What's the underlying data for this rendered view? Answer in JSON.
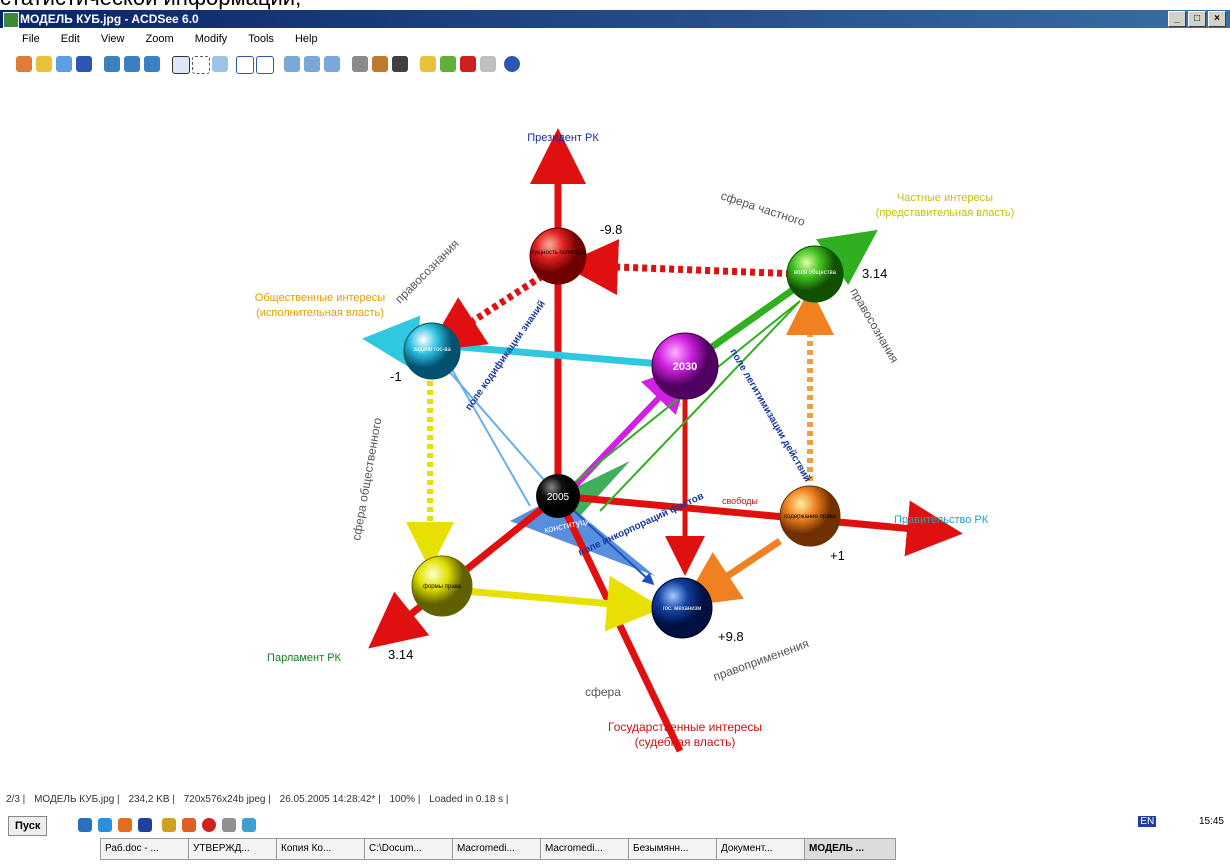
{
  "top_cut_text": "статистической информации,",
  "window": {
    "title": "МОДЕЛЬ КУБ.jpg - ACDSee 6.0",
    "controls": [
      "_",
      "□",
      "×"
    ]
  },
  "menu": [
    "File",
    "Edit",
    "View",
    "Zoom",
    "Modify",
    "Tools",
    "Help"
  ],
  "diagram": {
    "axes": {
      "top": "Президент РК",
      "right": "Правительство РК",
      "left_top": "Общественные интересы",
      "left_top2": "(исполнительная власть)",
      "right_top": "Частные интересы",
      "right_top2": "(представительная власть)",
      "left_bottom": "Парламент РК",
      "bottom": "Государственные интересы",
      "bottom2": "(судебная власть)"
    },
    "values": {
      "v_top": "-9.8",
      "v_right_top": "3.14",
      "v_left": "-1",
      "v_right": "+1",
      "v_left_bottom": "3.14",
      "v_bottom": "+9.8"
    },
    "spheres": {
      "s_top": "сущность политики",
      "s_right_top": "воля общества",
      "s_left": "задачи гос-ва",
      "s_center": "2030",
      "s_origin": "2005",
      "s_right": "содержание права",
      "s_left_bottom": "формы права",
      "s_bottom": "гос. механизм"
    },
    "arc_labels": {
      "a1": "сфера частного",
      "a2": "правосознания",
      "a3": "правосознания",
      "a4": "сфера общественного",
      "a5": "сфера",
      "a6": "правоприменения"
    },
    "fields": {
      "f1": "поле кодификации знаний",
      "f2": "поле легитимизации действий",
      "f3": "поле инкорпораций фактов",
      "konst": "конституция",
      "svobody": "свободы"
    }
  },
  "status": {
    "index": "2/3",
    "file": "МОДЕЛЬ КУБ.jpg",
    "size": "234,2 KB",
    "dims": "720x576x24b jpeg",
    "date": "26.05.2005 14:28:42*",
    "zoom": "100%",
    "loaded": "Loaded in 0.18 s"
  },
  "taskbar": {
    "start": "Пуск",
    "buttons": [
      "Раб.doc - ...",
      "УТВЕРЖД...",
      "Копия Ко...",
      "C:\\Docum...",
      "Macromedi...",
      "Macromedi...",
      "Безымянн...",
      "Документ...",
      "МОДЕЛЬ ..."
    ],
    "clock": "15:45",
    "lang": "EN"
  }
}
